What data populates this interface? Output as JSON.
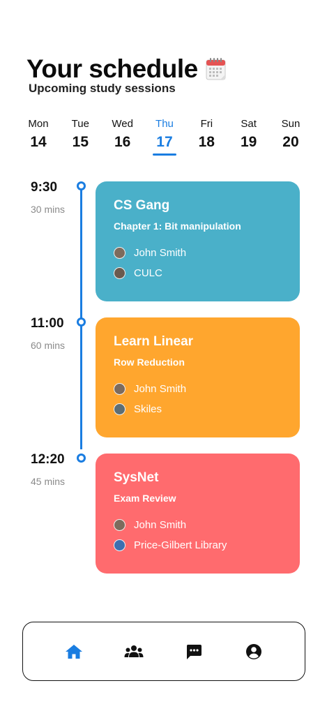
{
  "header": {
    "title": "Your schedule",
    "subtitle": "Upcoming study sessions",
    "title_icon": "calendar-icon"
  },
  "days": [
    {
      "name": "Mon",
      "num": "14"
    },
    {
      "name": "Tue",
      "num": "15"
    },
    {
      "name": "Wed",
      "num": "16"
    },
    {
      "name": "Thu",
      "num": "17",
      "active": true
    },
    {
      "name": "Fri",
      "num": "18"
    },
    {
      "name": "Sat",
      "num": "19"
    },
    {
      "name": "Sun",
      "num": "20"
    }
  ],
  "sessions": [
    {
      "time": "9:30",
      "duration": "30 mins",
      "title": "CS Gang",
      "subtitle": "Chapter 1: Bit manipulation",
      "host": "John Smith",
      "location": "CULC",
      "color": "#4AB0C9"
    },
    {
      "time": "11:00",
      "duration": "60 mins",
      "title": "Learn Linear",
      "subtitle": "Row Reduction",
      "host": "John Smith",
      "location": "Skiles",
      "color": "#FFA62E"
    },
    {
      "time": "12:20",
      "duration": "45 mins",
      "title": "SysNet",
      "subtitle": "Exam Review",
      "host": "John Smith",
      "location": "Price-Gilbert Library",
      "color": "#FF6B6E"
    }
  ],
  "nav": {
    "items": [
      "home-icon",
      "group-icon",
      "chat-icon",
      "account-icon"
    ],
    "active": "home-icon",
    "active_color": "#1a7de1"
  }
}
